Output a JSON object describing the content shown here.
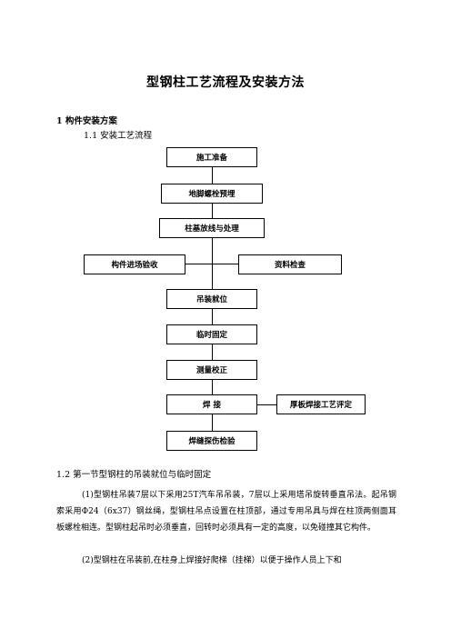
{
  "doc": {
    "title": "型钢柱工艺流程及安装方法",
    "h1": "1 构件安装方案",
    "h2": "1.1 安装工艺流程",
    "flow": {
      "shigong": "施工准备",
      "dijiao": "地脚螺栓预埋",
      "zhuji": "柱基放线与处理",
      "goujian": "构件进场验收",
      "ziliao": "资料检查",
      "diaozhuang": "吊装就位",
      "linshi": "临时固定",
      "celiang": "测量校正",
      "hanjie": "焊 接",
      "houban": "厚板焊接工艺评定",
      "hanfeng": "焊缝探伤检验"
    },
    "h3": "1.2 第一节型钢柱的吊装就位与临时固定",
    "p1": "(1)型钢柱吊装7层以下采用25T汽车吊吊装，7层以上采用塔吊旋转垂直吊法。起吊钢索采用Φ24（6x37）钢丝绳，型钢柱吊点设置在柱顶部，通过专用吊具与焊在柱顶两侧面耳板螺栓相连。型钢柱起吊时必须垂直，回转时必须具有一定的高度，以免碰撞其它构件。",
    "p2": "(2)型钢柱在吊装前,在柱身上焊接好爬梯（挂梯）以便于操作人员上下和"
  }
}
